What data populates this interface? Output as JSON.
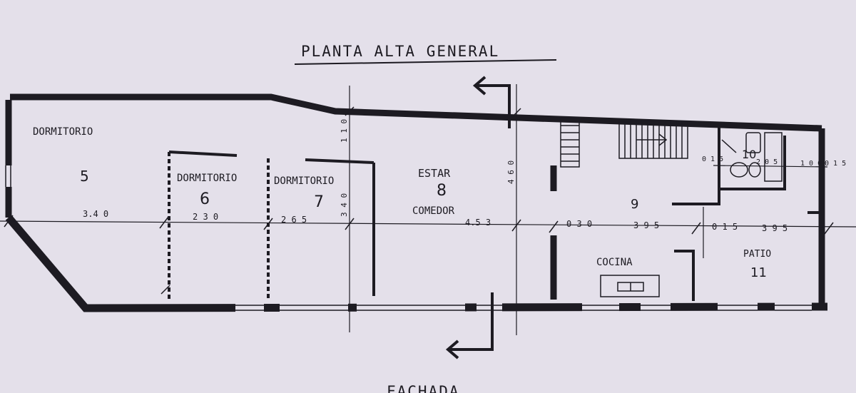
{
  "title": "PLANTA ALTA GENERAL",
  "footer": "FACHADA",
  "rooms": {
    "r5": {
      "name": "DORMITORIO",
      "number": "5"
    },
    "r6": {
      "name": "DORMITORIO",
      "number": "6"
    },
    "r7": {
      "name": "DORMITORIO",
      "number": "7"
    },
    "r8": {
      "name": "ESTAR",
      "number": "8",
      "sub": "COMEDOR"
    },
    "r9": {
      "number": "9"
    },
    "r10": {
      "number": "10"
    },
    "cocina": {
      "name": "COCINA"
    },
    "r11": {
      "name": "PATIO",
      "number": "11"
    }
  },
  "dimensions": {
    "d340": "3.4 0",
    "d230": "2 3 0",
    "d265": "2 6 5",
    "d340v": "3 4 0",
    "d110": "1 1 0",
    "d460": "4 6 0",
    "d453": "4.5 3",
    "d030": "0 3 0",
    "d395a": "3 9 5",
    "d015a": "0 1 5",
    "d395b": "3 9 5",
    "d015b": "0 1 5",
    "d205": "2 0 5",
    "d100": "1 0 0",
    "d015c": "0 1 5"
  },
  "colors": {
    "paper": "#e4e0ea",
    "ink": "#1d1b22"
  }
}
